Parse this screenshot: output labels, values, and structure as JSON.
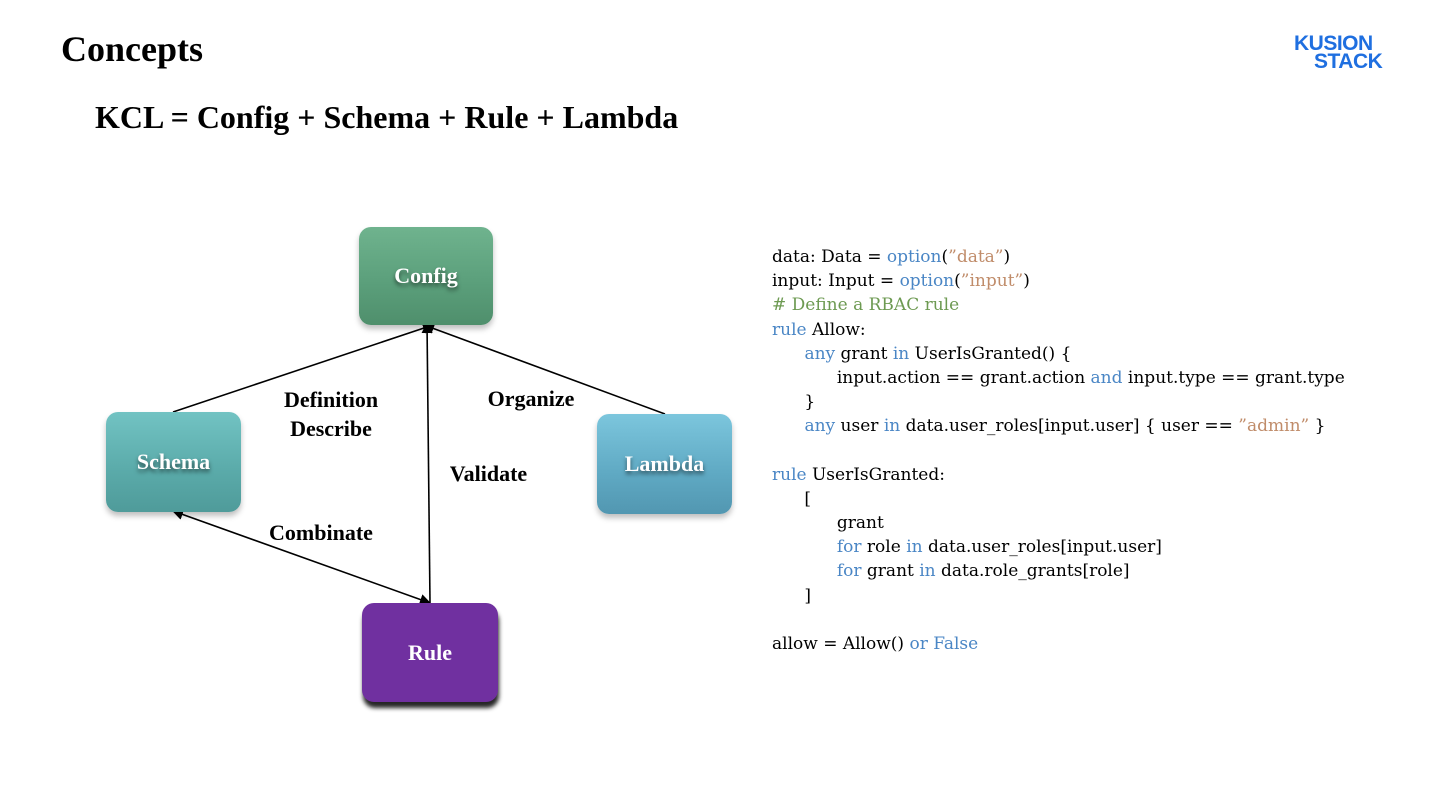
{
  "page": {
    "title": "Concepts",
    "subtitle": "KCL = Config + Schema + Rule + Lambda"
  },
  "logo": {
    "line1": "KUSION",
    "line2": "STACK",
    "color": "#1f6fe0"
  },
  "diagram": {
    "nodes": {
      "config": {
        "label": "Config",
        "color": "#5a9e7a"
      },
      "schema": {
        "label": "Schema",
        "color": "#5aaaa9"
      },
      "lambda": {
        "label": "Lambda",
        "color": "#5fa9c3"
      },
      "rule": {
        "label": "Rule",
        "color": "#7030a0"
      }
    },
    "edges": {
      "schema_config": {
        "line1": "Definition",
        "line2": "Describe"
      },
      "lambda_config": {
        "label": "Organize"
      },
      "rule_config": {
        "label": "Validate"
      },
      "schema_rule": {
        "label": "Combinate"
      }
    }
  },
  "code": {
    "colors": {
      "keyword": "#4a86c5",
      "string": "#c08c6a",
      "comment": "#6d9a52"
    },
    "lines": [
      [
        {
          "t": "data: Data = "
        },
        {
          "t": "option",
          "c": "kw"
        },
        {
          "t": "("
        },
        {
          "t": "”data”",
          "c": "str"
        },
        {
          "t": ")"
        }
      ],
      [
        {
          "t": "input: Input = "
        },
        {
          "t": "option",
          "c": "kw"
        },
        {
          "t": "("
        },
        {
          "t": "”input”",
          "c": "str"
        },
        {
          "t": ")"
        }
      ],
      [
        {
          "t": "# Define a RBAC rule",
          "c": "cm"
        }
      ],
      [
        {
          "t": "rule",
          "c": "kw"
        },
        {
          "t": " Allow:"
        }
      ],
      [
        {
          "t": "      "
        },
        {
          "t": "any",
          "c": "kw"
        },
        {
          "t": " grant "
        },
        {
          "t": "in",
          "c": "kw"
        },
        {
          "t": " UserIsGranted() {"
        }
      ],
      [
        {
          "t": "            input.action == grant.action "
        },
        {
          "t": "and",
          "c": "kw"
        },
        {
          "t": " input.type == grant.type"
        }
      ],
      [
        {
          "t": "      }"
        }
      ],
      [
        {
          "t": "      "
        },
        {
          "t": "any",
          "c": "kw"
        },
        {
          "t": " user "
        },
        {
          "t": "in",
          "c": "kw"
        },
        {
          "t": " data.user_roles[input.user] { user == "
        },
        {
          "t": "”admin”",
          "c": "str"
        },
        {
          "t": " }"
        }
      ],
      [],
      [
        {
          "t": "rule",
          "c": "kw"
        },
        {
          "t": " UserIsGranted:"
        }
      ],
      [
        {
          "t": "      ["
        }
      ],
      [
        {
          "t": "            grant"
        }
      ],
      [
        {
          "t": "            "
        },
        {
          "t": "for",
          "c": "kw"
        },
        {
          "t": " role "
        },
        {
          "t": "in",
          "c": "kw"
        },
        {
          "t": " data.user_roles[input.user]"
        }
      ],
      [
        {
          "t": "            "
        },
        {
          "t": "for",
          "c": "kw"
        },
        {
          "t": " grant "
        },
        {
          "t": "in",
          "c": "kw"
        },
        {
          "t": " data.role_grants[role]"
        }
      ],
      [
        {
          "t": "      ]"
        }
      ],
      [],
      [
        {
          "t": "allow = Allow() "
        },
        {
          "t": "or False",
          "c": "kw"
        }
      ]
    ]
  }
}
